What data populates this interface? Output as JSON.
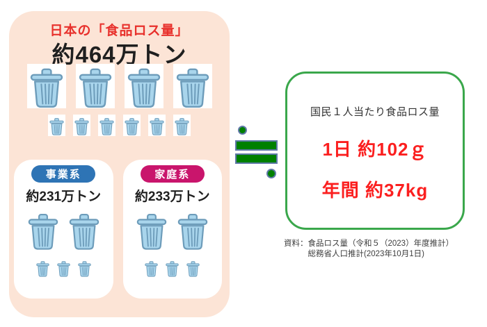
{
  "panel": {
    "title": "日本の「食品ロス量」",
    "total_amount": "約464万トン",
    "big_cans": 4,
    "small_cans": 6,
    "cards": [
      {
        "badge": "事業系",
        "amount": "約231万トン",
        "big_cans": 2,
        "small_cans": 3,
        "badge_color": "#2e74b5"
      },
      {
        "badge": "家庭系",
        "amount": "約233万トン",
        "big_cans": 2,
        "small_cans": 3,
        "badge_color": "#c9156c"
      }
    ]
  },
  "equals": {
    "meaning": "approximately-equals (≒)",
    "fill": "#008000",
    "outline": "#5f79a8"
  },
  "per_person_box": {
    "title": "国民１人当たり食品ロス量",
    "per_day": "1日 約102ｇ",
    "per_year": "年間 約37kg"
  },
  "source": {
    "label": "資料：",
    "line1": "食品ロス量（令和５（2023）年度推計）",
    "line2": "総務省人口推計(2023年10月1日)"
  },
  "colors": {
    "panel_bg": "#fce4d6",
    "title_red": "#e8312c",
    "value_red": "#fb1f1f",
    "green_border": "#3aa74b",
    "can_fill": "#a9d5ec",
    "can_stroke": "#6d9cba",
    "badge_blue": "#2e74b5",
    "badge_pink": "#c9156c"
  }
}
